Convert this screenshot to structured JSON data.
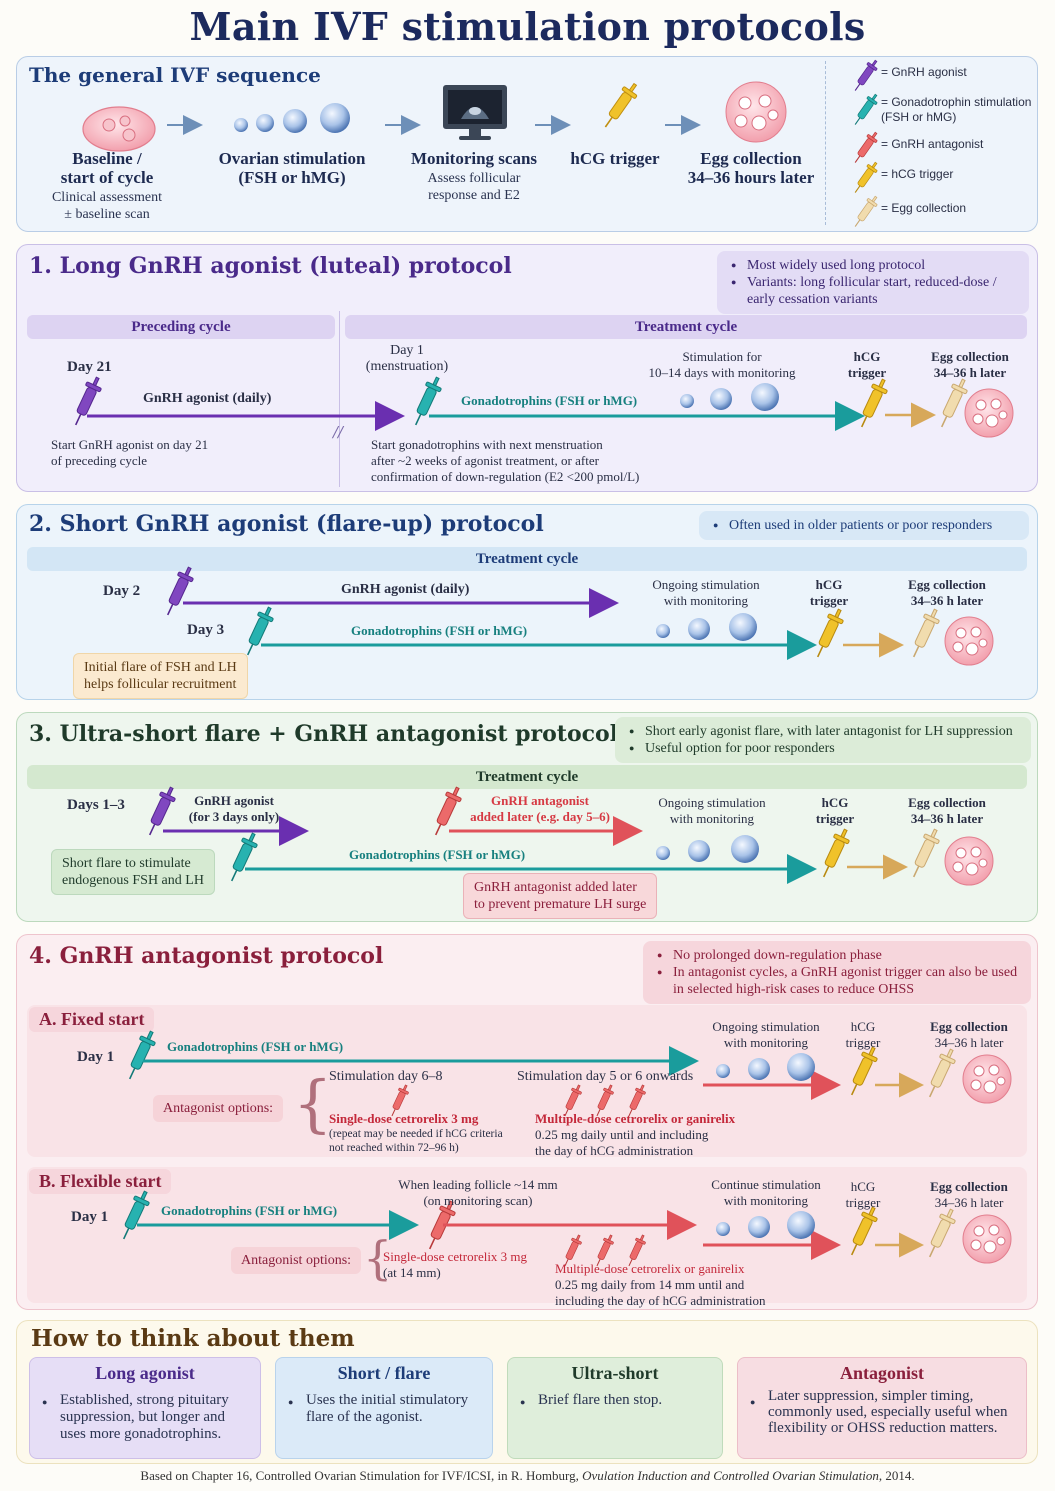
{
  "title": "Main IVF stimulation protocols",
  "general": {
    "title": "The general IVF sequence",
    "steps": [
      {
        "head": "Baseline /",
        "head2": "start of cycle",
        "sub": "Clinical assessment",
        "sub2": "± baseline scan"
      },
      {
        "head": "Ovarian stimulation",
        "head2": "(FSH or hMG)"
      },
      {
        "head": "Monitoring scans",
        "sub": "Assess follicular",
        "sub2": "response and E2"
      },
      {
        "head": "hCG trigger"
      },
      {
        "head": "Egg collection",
        "head2": "34–36 hours later"
      }
    ],
    "legend": [
      {
        "label": "= GnRH agonist",
        "color": "#7a3fb8",
        "icon": "syringe-purple-icon"
      },
      {
        "label": "= Gonadotrophin stimulation",
        "label2": "(FSH or hMG)",
        "color": "#1fa3a3",
        "icon": "syringe-teal-icon"
      },
      {
        "label": "= GnRH antagonist",
        "color": "#e35a5a",
        "icon": "syringe-red-icon"
      },
      {
        "label": "= hCG trigger",
        "color": "#e8b920",
        "icon": "syringe-yellow-icon"
      },
      {
        "label": "= Egg collection",
        "color": "#ecd3a0",
        "icon": "needle-cream-icon"
      }
    ]
  },
  "long": {
    "title": "1. Long GnRH agonist (luteal) protocol",
    "notes": [
      "Most widely used long protocol",
      "Variants: long follicular start, reduced-dose /",
      "early cessation variants"
    ],
    "preceding": "Preceding cycle",
    "treatment": "Treatment cycle",
    "day21": "Day 21",
    "day1": "Day 1",
    "day1b": "(menstruation)",
    "agonist": "GnRH agonist (daily)",
    "gonad": "Gonadotrophins (FSH or hMG)",
    "stim1": "Stimulation for",
    "stim2": "10–14 days with monitoring",
    "hcg1": "hCG",
    "hcg2": "trigger",
    "egg1": "Egg collection",
    "egg2": "34–36 h later",
    "start1": "Start GnRH agonist on day 21",
    "start2": "of preceding cycle",
    "gstart1": "Start gonadotrophins with next menstruation",
    "gstart2": "after ~2 weeks of agonist treatment, or after",
    "gstart3": "confirmation of down-regulation (E2 <200 pmol/L)",
    "break": "//"
  },
  "short": {
    "title": "2. Short GnRH agonist (flare-up) protocol",
    "note": "Often used in older patients or poor responders",
    "treatment": "Treatment cycle",
    "day2": "Day 2",
    "day3": "Day 3",
    "agonist": "GnRH agonist (daily)",
    "gonad": "Gonadotrophins (FSH or hMG)",
    "stim1": "Ongoing stimulation",
    "stim2": "with monitoring",
    "hcg1": "hCG",
    "hcg2": "trigger",
    "egg1": "Egg collection",
    "egg2": "34–36 h later",
    "flare1": "Initial flare of FSH and LH",
    "flare2": "helps follicular recruitment"
  },
  "ultra": {
    "title": "3. Ultra-short flare + GnRH antagonist protocol",
    "notes": [
      "Short early agonist flare, with later antagonist for LH suppression",
      "Useful option for poor responders"
    ],
    "treatment": "Treatment cycle",
    "days": "Days 1–3",
    "ag1": "GnRH agonist",
    "ag2": "(for 3 days only)",
    "ant1": "GnRH antagonist",
    "ant2": "added later (e.g. day 5–6)",
    "gonad": "Gonadotrophins (FSH or hMG)",
    "stim1": "Ongoing stimulation",
    "stim2": "with monitoring",
    "hcg1": "hCG",
    "hcg2": "trigger",
    "egg1": "Egg collection",
    "egg2": "34–36 h later",
    "flare1": "Short flare to stimulate",
    "flare2": "endogenous FSH and LH",
    "lh1": "GnRH antagonist added later",
    "lh2": "to prevent premature LH surge"
  },
  "antag": {
    "title": "4. GnRH antagonist protocol",
    "notes": [
      "No prolonged down-regulation phase",
      "In antagonist cycles, a GnRH agonist trigger can also be used",
      "in selected high-risk cases to reduce OHSS"
    ],
    "fixed": {
      "title": "A. Fixed start",
      "day1": "Day 1",
      "gonad": "Gonadotrophins (FSH or hMG)",
      "stim1": "Ongoing stimulation",
      "stim2": "with monitoring",
      "hcg1": "hCG",
      "hcg2": "trigger",
      "egg1": "Egg collection",
      "egg2": "34–36 h later",
      "options": "Antagonist options:",
      "opt1_head": "Stimulation day 6–8",
      "opt1_title": "Single-dose cetrorelix 3 mg",
      "opt1_a": "(repeat may be needed if hCG criteria",
      "opt1_b": "not reached within 72–96 h)",
      "opt2_head": "Stimulation day 5 or 6 onwards",
      "opt2_title": "Multiple-dose cetrorelix or ganirelix",
      "opt2_a": "0.25 mg daily until and including",
      "opt2_b": "the day of hCG administration"
    },
    "flexible": {
      "title": "B. Flexible start",
      "day1": "Day 1",
      "gonad": "Gonadotrophins (FSH or hMG)",
      "lead1": "When leading follicle ~14 mm",
      "lead2": "(on monitoring scan)",
      "stim1": "Continue stimulation",
      "stim2": "with monitoring",
      "hcg1": "hCG",
      "hcg2": "trigger",
      "egg1": "Egg collection",
      "egg2": "34–36 h later",
      "options": "Antagonist options:",
      "opt1_title": "Single-dose cetrorelix 3 mg",
      "opt1_a": "(at 14 mm)",
      "opt2_title": "Multiple-dose cetrorelix or ganirelix",
      "opt2_a": "0.25 mg daily from 14 mm until and",
      "opt2_b": "including the day of hCG administration"
    }
  },
  "think": {
    "title": "How to think about them",
    "cards": [
      {
        "head": "Long agonist",
        "body": "Established, strong pituitary suppression, but longer and uses more gonadotrophins."
      },
      {
        "head": "Short / flare",
        "body": "Uses the initial stimulatory flare of the agonist."
      },
      {
        "head": "Ultra-short",
        "body": "Brief flare then stop."
      },
      {
        "head": "Antagonist",
        "body": "Later suppression, simpler timing, commonly used, especially useful when flexibility or OHSS reduction matters."
      }
    ]
  },
  "footer": {
    "pre": "Based on Chapter 16, Controlled Ovarian Stimulation for IVF/ICSI, in R. Homburg, ",
    "book": "Ovulation Induction and Controlled Ovarian Stimulation",
    "post": ", 2014."
  }
}
